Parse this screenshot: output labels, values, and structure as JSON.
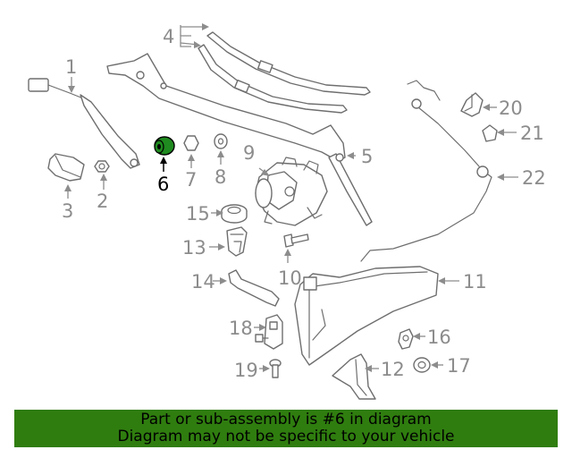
{
  "callouts": {
    "n1": "1",
    "n2": "2",
    "n3": "3",
    "n4": "4",
    "n5": "5",
    "n6": "6",
    "n7": "7",
    "n8": "8",
    "n9": "9",
    "n10": "10",
    "n11": "11",
    "n12": "12",
    "n13": "13",
    "n14": "14",
    "n15": "15",
    "n16": "16",
    "n17": "17",
    "n18": "18",
    "n19": "19",
    "n20": "20",
    "n21": "21",
    "n22": "22"
  },
  "highlight": {
    "part": "6",
    "color": "#1f8a1f"
  },
  "banner": {
    "line1": "Part or sub-assembly is #6 in diagram",
    "line2": "Diagram may not be specific to your vehicle",
    "background": "#2f7d0f"
  }
}
